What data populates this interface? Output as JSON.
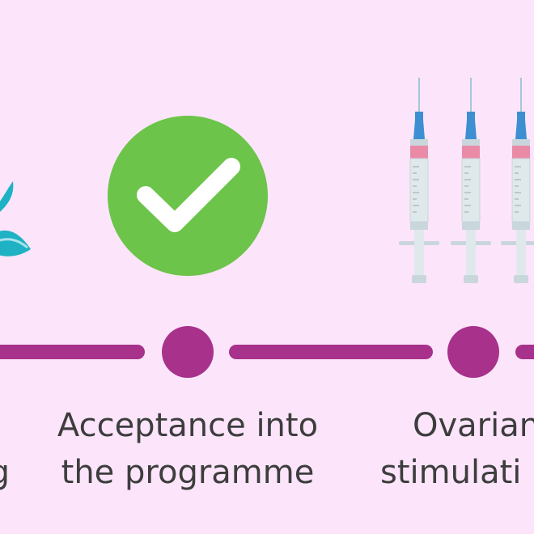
{
  "colors": {
    "background": "#fce5fa",
    "timeline": "#a7318b",
    "check_green": "#6cc44a",
    "leaf_teal": "#1fb2c4",
    "text": "#3d3d3d",
    "needle_blue": "#3d8fd1",
    "syringe_pink": "#e98aa7",
    "syringe_body": "#dfe8ea"
  },
  "icons": {
    "left": "leaf-icon",
    "acceptance": "checkmark-circle-icon",
    "ovarian": "syringe-icon"
  },
  "steps": [
    {
      "id": "left",
      "label_lines": [
        "g"
      ]
    },
    {
      "id": "acceptance",
      "label_lines": [
        "Acceptance into",
        "the programme"
      ]
    },
    {
      "id": "ovarian",
      "label_lines": [
        "Ovarian",
        "stimulati"
      ]
    }
  ]
}
